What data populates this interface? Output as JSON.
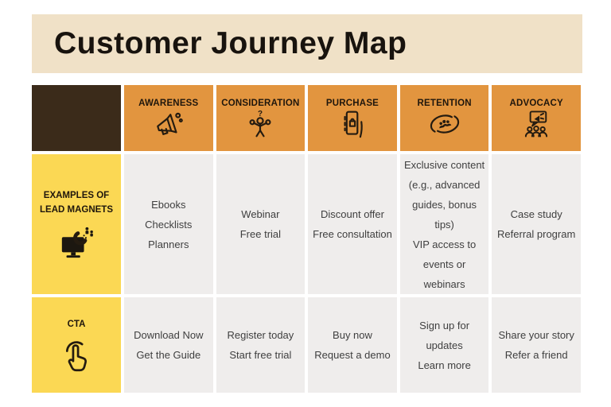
{
  "title": "Customer Journey Map",
  "palette": {
    "banner_bg": "#f0e1c7",
    "header_bg": "#e2953f",
    "corner_bg": "#3b2b1a",
    "row_label_bg": "#fbd854",
    "cell_bg": "#efedec",
    "text_dark": "#18130e"
  },
  "columns": [
    {
      "label": "AWARENESS",
      "icon": "megaphone-icon"
    },
    {
      "label": "CONSIDERATION",
      "icon": "thinking-person-icon"
    },
    {
      "label": "PURCHASE",
      "icon": "mobile-shopping-icon"
    },
    {
      "label": "RETENTION",
      "icon": "caring-hands-icon"
    },
    {
      "label": "ADVOCACY",
      "icon": "group-announcement-icon"
    }
  ],
  "rows": [
    {
      "label": "EXAMPLES OF LEAD MAGNETS",
      "icon": "monitor-magnet-icon",
      "cells": [
        [
          "Ebooks",
          "Checklists",
          "Planners"
        ],
        [
          "Webinar",
          "Free trial"
        ],
        [
          "Discount offer",
          "Free consultation"
        ],
        [
          "Exclusive content (e.g., advanced guides, bonus tips)",
          "VIP access to events or webinars"
        ],
        [
          "Case study",
          "Referral program"
        ]
      ]
    },
    {
      "label": "CTA",
      "icon": "tap-click-icon",
      "cells": [
        [
          "Download Now",
          "Get the Guide"
        ],
        [
          "Register today",
          "Start free trial"
        ],
        [
          "Buy now",
          "Request a demo"
        ],
        [
          "Sign up for updates",
          "Learn more"
        ],
        [
          "Share your story",
          "Refer a friend"
        ]
      ]
    }
  ]
}
